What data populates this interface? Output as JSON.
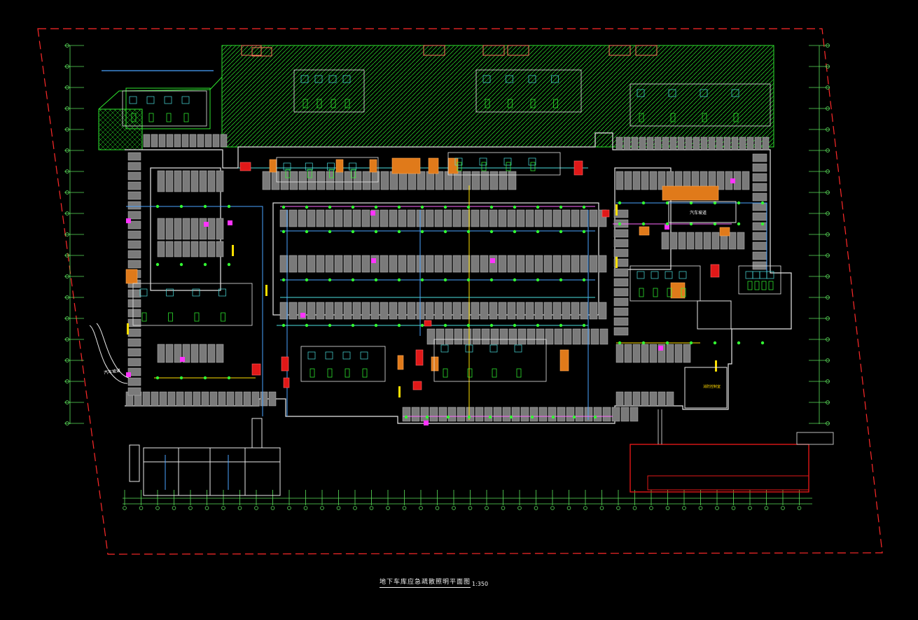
{
  "drawing": {
    "title": "地下车库应急疏散照明平面图",
    "scale": "1:350",
    "labels": {
      "car_ramp": "汽车坡道",
      "room": "汽车坡道",
      "fire_room": "消防控制室"
    }
  },
  "colors": {
    "background": "#000000",
    "site_boundary": "#ff2a2a",
    "grid_axis": "#5be15b",
    "hatch_zone": "#2ee62e",
    "parking_fill": "#7a7a7a",
    "parking_stroke": "#bdbdbd",
    "wall": "#e8e8e8",
    "emergency_light": "#ff33ff",
    "exit_sign": "#33ff33",
    "wiring_blue": "#4aa3ff",
    "wiring_cyan": "#4be0e0",
    "wiring_yellow": "#ffe000",
    "equipment_red": "#e01818",
    "equipment_orange": "#e07a1a"
  },
  "icons": [
    "emergency-light-icon",
    "exit-sign-icon",
    "fire-equipment-icon"
  ]
}
